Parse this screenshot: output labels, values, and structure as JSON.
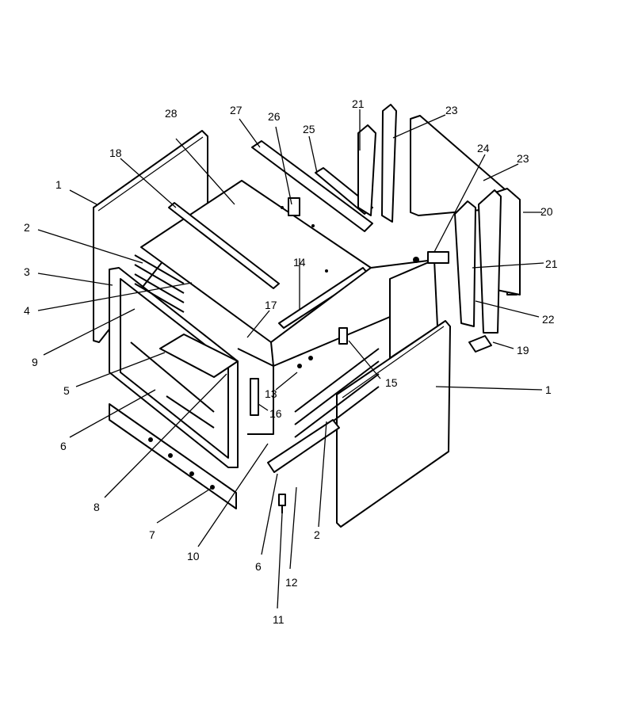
{
  "diagram": {
    "callouts": [
      {
        "id": "c1a",
        "label": "1"
      },
      {
        "id": "c1b",
        "label": "1"
      },
      {
        "id": "c2a",
        "label": "2"
      },
      {
        "id": "c2b",
        "label": "2"
      },
      {
        "id": "c3",
        "label": "3"
      },
      {
        "id": "c4",
        "label": "4"
      },
      {
        "id": "c5",
        "label": "5"
      },
      {
        "id": "c6a",
        "label": "6"
      },
      {
        "id": "c6b",
        "label": "6"
      },
      {
        "id": "c7",
        "label": "7"
      },
      {
        "id": "c8",
        "label": "8"
      },
      {
        "id": "c9",
        "label": "9"
      },
      {
        "id": "c10",
        "label": "10"
      },
      {
        "id": "c11",
        "label": "11"
      },
      {
        "id": "c12",
        "label": "12"
      },
      {
        "id": "c13",
        "label": "13"
      },
      {
        "id": "c14",
        "label": "14"
      },
      {
        "id": "c15",
        "label": "15"
      },
      {
        "id": "c16",
        "label": "16"
      },
      {
        "id": "c17",
        "label": "17"
      },
      {
        "id": "c18",
        "label": "18"
      },
      {
        "id": "c19",
        "label": "19"
      },
      {
        "id": "c20",
        "label": "20"
      },
      {
        "id": "c21a",
        "label": "21"
      },
      {
        "id": "c21b",
        "label": "21"
      },
      {
        "id": "c22",
        "label": "22"
      },
      {
        "id": "c23a",
        "label": "23"
      },
      {
        "id": "c23b",
        "label": "23"
      },
      {
        "id": "c24",
        "label": "24"
      },
      {
        "id": "c25",
        "label": "25"
      },
      {
        "id": "c26",
        "label": "26"
      },
      {
        "id": "c27",
        "label": "27"
      },
      {
        "id": "c28",
        "label": "28"
      }
    ]
  }
}
